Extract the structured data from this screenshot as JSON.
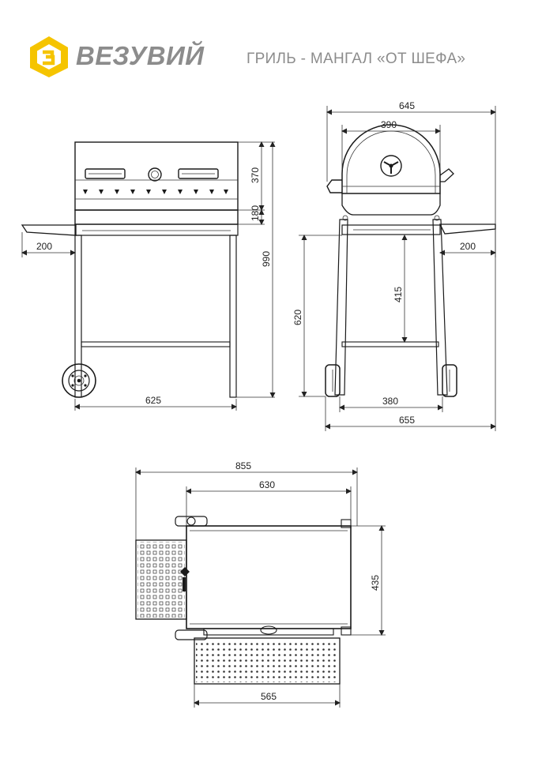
{
  "brand": {
    "name": "ВЕЗУВИЙ",
    "logo_color": "#F5C400",
    "text_color": "#8C8C8C"
  },
  "product_title": "ГРИЛЬ - МАНГАЛ «ОТ ШЕФА»",
  "views": {
    "front": {
      "dims": {
        "lid_height": "370",
        "firebox_height": "180",
        "total_height": "990",
        "side_shelf": "200",
        "width": "625"
      }
    },
    "side": {
      "dims": {
        "overall_top": "645",
        "lid_width": "390",
        "side_shelf": "200",
        "shelf_height": "620",
        "inner_height": "415",
        "leg_spacing": "380",
        "base_width": "655"
      }
    },
    "top": {
      "dims": {
        "total_width": "855",
        "body_width": "630",
        "depth": "435",
        "shelf_width": "565"
      }
    }
  }
}
